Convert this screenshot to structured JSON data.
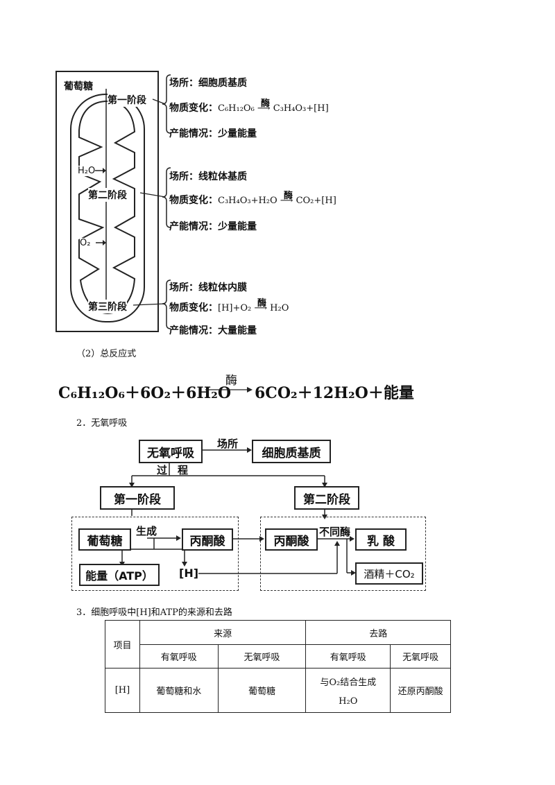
{
  "mito": {
    "glucose": "葡萄糖",
    "stage1": "第一阶段",
    "h2o": "H₂O",
    "stage2": "第二阶段",
    "o2": "O₂",
    "stage3": "第三阶段",
    "s1": {
      "place": "场所：细胞质基质",
      "change_label": "物质变化：",
      "reaction": "C₆H₁₂O₆ ⟶ C₃H₄O₃+[H]",
      "enzyme": "酶",
      "energy": "产能情况：少量能量"
    },
    "s2": {
      "place": "场所：线粒体基质",
      "change_label": "物质变化：",
      "reaction": "C₃H₄O₃+H₂O ⟶ CO₂+[H]",
      "enzyme": "酶",
      "energy": "产能情况：少量能量"
    },
    "s3": {
      "place": "场所：线粒体内膜",
      "change_label": "物质变化：",
      "reaction": "[H]+O₂ ⟶ H₂O",
      "enzyme": "酶",
      "energy": "产能情况：大量能量"
    }
  },
  "total": {
    "heading": "（2）总反应式",
    "left": "C₆H₁₂O₆＋6O₂＋6H₂O",
    "enzyme": "酶",
    "right": "6CO₂＋12H₂O＋能量"
  },
  "anaerobic": {
    "heading": "2．无氧呼吸",
    "title": "无氧呼吸",
    "place_label": "场所",
    "place": "细胞质基质",
    "process": "过　程",
    "stage1": "第一阶段",
    "stage2": "第二阶段",
    "glucose": "葡萄糖",
    "generate": "生成",
    "pyruvate1": "丙酮酸",
    "pyruvate2": "丙酮酸",
    "diff_enzyme": "不同酶",
    "lactic": "乳 酸",
    "energy": "能量（ATP）",
    "h": "[H]",
    "alcohol": "酒精＋CO₂"
  },
  "section3": {
    "heading": "3．细胞呼吸中[H]和ATP的来源和去路",
    "table": {
      "item": "项目",
      "source": "来源",
      "dest": "去路",
      "aerobic1": "有氧呼吸",
      "anaerobic1": "无氧呼吸",
      "aerobic2": "有氧呼吸",
      "anaerobic2": "无氧呼吸",
      "row_label": "[H]",
      "c1": "葡萄糖和水",
      "c2": "葡萄糖",
      "c3a": "与O₂结合生成",
      "c3b": "H₂O",
      "c4": "还原丙酮酸"
    }
  }
}
